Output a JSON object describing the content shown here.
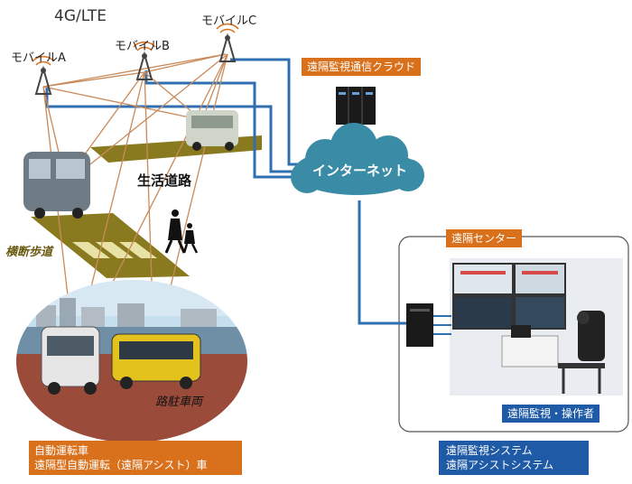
{
  "network_label": "4G/LTE",
  "mobiles": {
    "a": "モバイルA",
    "b": "モバイルB",
    "c": "モバイルC"
  },
  "cloud_label": "遠隔監視通信クラウド",
  "internet_label": "インターネット",
  "road_label": "生活道路",
  "crosswalk_label": "横断歩道",
  "parked_label": "路駐車両",
  "vehicle_label": {
    "line1": "自動運転車",
    "line2": "遠隔型自動運転（遠隔アシスト）車"
  },
  "center_label": "遠隔センター",
  "operator_label": "遠隔監視・操作者",
  "system_label": {
    "line1": "遠隔監視システム",
    "line2": "遠隔アシストシステム"
  },
  "colors": {
    "orange": "#d9711c",
    "blue": "#1f5aa6",
    "cloud": "#3a8ba6",
    "road": "#8a7a1f",
    "signal": "#c98a5a"
  }
}
